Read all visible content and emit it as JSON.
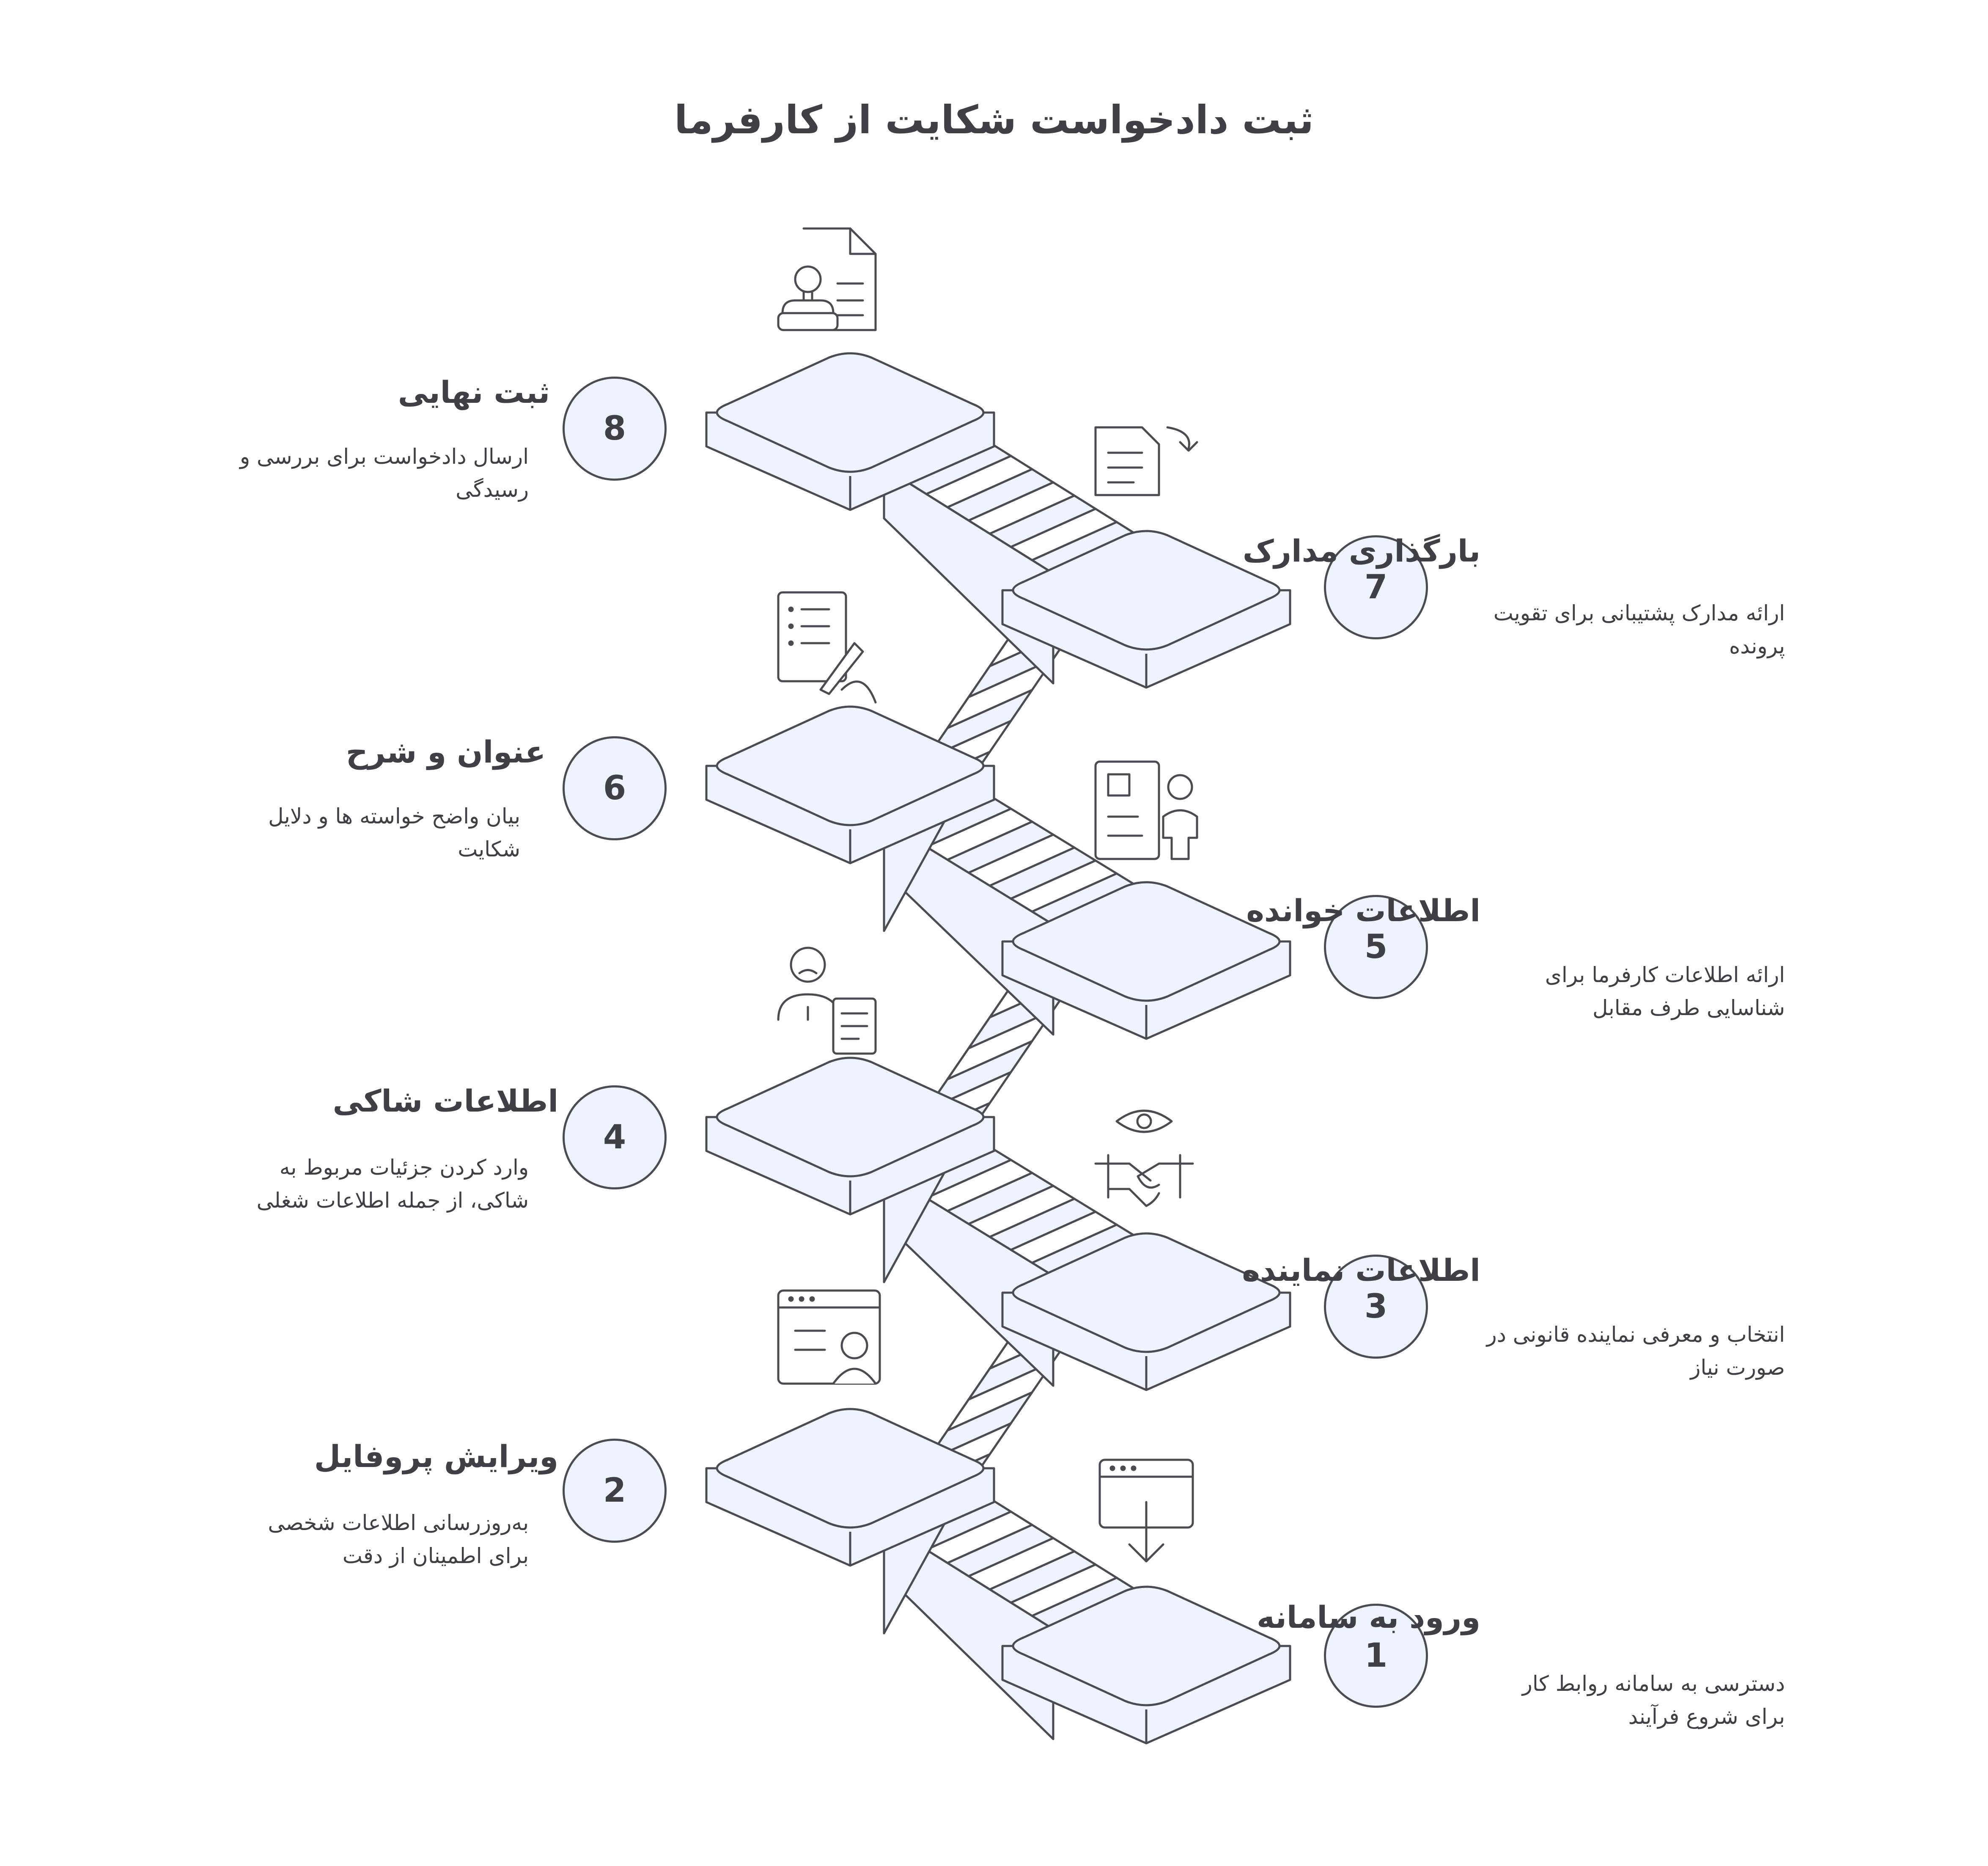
{
  "title": "ثبت دادخواست شکایت از کارفرما",
  "colors": {
    "platform": "#eef3fd",
    "stroke": "#4b4b52",
    "text": "#3f3f46"
  },
  "steps": [
    {
      "number": "1",
      "title": "ورود به سامانه",
      "description": "دسترسی به سامانه روابط کار برای شروع فرآیند",
      "icon": "browser-download-icon"
    },
    {
      "number": "2",
      "title": "ویرایش پروفایل",
      "description": "به‌روزرسانی اطلاعات شخصی برای اطمینان از دقت",
      "icon": "profile-window-icon"
    },
    {
      "number": "3",
      "title": "اطلاعات نماینده",
      "description": "انتخاب و معرفی نماینده قانونی در صورت نیاز",
      "icon": "handshake-eye-icon"
    },
    {
      "number": "4",
      "title": "اطلاعات شاکی",
      "description": "وارد کردن جزئیات مربوط به شاکی، از جمله اطلاعات شغلی",
      "icon": "sad-person-document-icon"
    },
    {
      "number": "5",
      "title": "اطلاعات خوانده",
      "description": "ارائه اطلاعات کارفرما برای شناسایی طرف مقابل",
      "icon": "id-card-person-icon"
    },
    {
      "number": "6",
      "title": "عنوان و شرح",
      "description": "بیان واضح خواسته ها و دلایل شکایت",
      "icon": "writing-list-icon"
    },
    {
      "number": "7",
      "title": "بارگذاری مدارک",
      "description": "ارائه مدارک پشتیبانی برای تقویت پرونده",
      "icon": "document-upload-icon"
    },
    {
      "number": "8",
      "title": "ثبت نهایی",
      "description": "ارسال دادخواست برای بررسی و رسیدگی",
      "icon": "stamp-document-icon"
    }
  ]
}
